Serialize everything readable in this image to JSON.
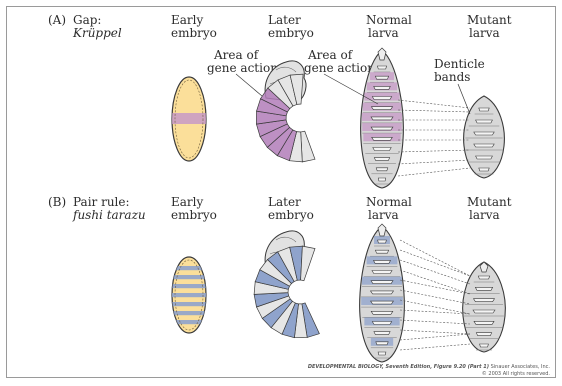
{
  "panel_a": {
    "letter": "(A)",
    "gene_type": "Gap:",
    "gene_name": "Krüppel",
    "col_early": [
      "Early",
      "embryo"
    ],
    "col_later": [
      "Later",
      "embryo"
    ],
    "col_normal": [
      "Normal",
      "larva"
    ],
    "col_mutant": [
      "Mutant",
      "larva"
    ],
    "annot_area_1": [
      "Area of",
      "gene action"
    ],
    "annot_area_2": [
      "Area of",
      "gene action"
    ],
    "annot_denticle": [
      "Denticle",
      "bands"
    ]
  },
  "panel_b": {
    "letter": "(B)",
    "gene_type": "Pair rule:",
    "gene_name": "fushi tarazu",
    "col_early": [
      "Early",
      "embryo"
    ],
    "col_later": [
      "Later",
      "embryo"
    ],
    "col_normal": [
      "Normal",
      "larva"
    ],
    "col_mutant": [
      "Mutant",
      "larva"
    ]
  },
  "credit": {
    "book": "DEVELOPMENTAL BIOLOGY, Seventh Edition,",
    "figure": "Figure 9.20 (Part 1)",
    "publisher": "Sinauer Associates, Inc.",
    "rights": "© 2003 All rights reserved."
  },
  "colors": {
    "egg_fill": "#fbdf9a",
    "krupple_band": "#c79ac7",
    "krupple_segment": "#b27db8",
    "ftz_band": "#8fa3cc",
    "larva_grey": "#d8d8d8",
    "outline": "#3a3a3a"
  }
}
